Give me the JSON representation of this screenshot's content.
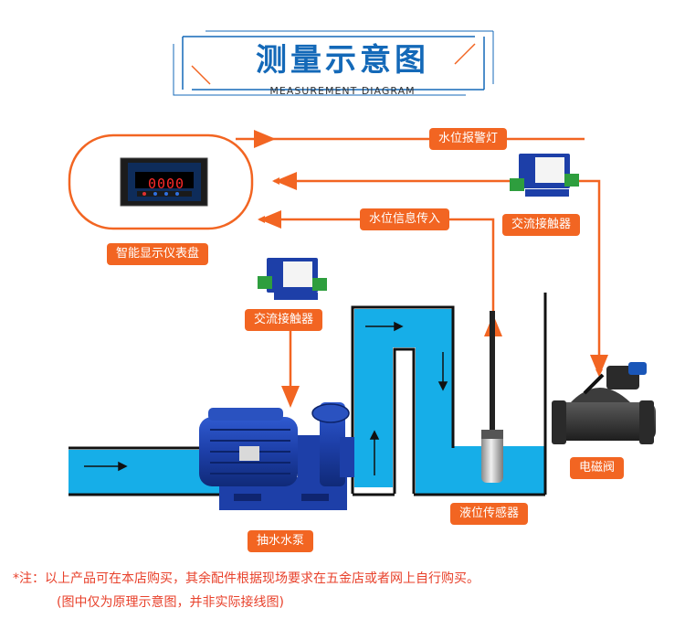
{
  "header": {
    "title": "测量示意图",
    "subtitle": "MEASUREMENT DIAGRAM"
  },
  "labels": {
    "water_alarm_light": "水位报警灯",
    "ac_contactor_right": "交流接触器",
    "water_signal_in": "水位信息传入",
    "display_meter": "智能显示仪表盘",
    "ac_contactor_left": "交流接触器",
    "solenoid_valve": "电磁阀",
    "level_sensor": "液位传感器",
    "pump": "抽水水泵"
  },
  "display": {
    "reading": "0000"
  },
  "footer": {
    "note_line1": "*注：以上产品可在本店购买，其余配件根据现场要求在五金店或者网上自行购买。",
    "note_line2": "(图中仅为原理示意图，并非实际接线图)"
  },
  "colors": {
    "accent": "#f26522",
    "water": "#16aee8",
    "title": "#1469b8",
    "pump": "#1d3fa8",
    "note": "#e8412b"
  },
  "icons": [
    "right-arrow-icon",
    "up-arrow-icon",
    "down-arrow-icon"
  ]
}
